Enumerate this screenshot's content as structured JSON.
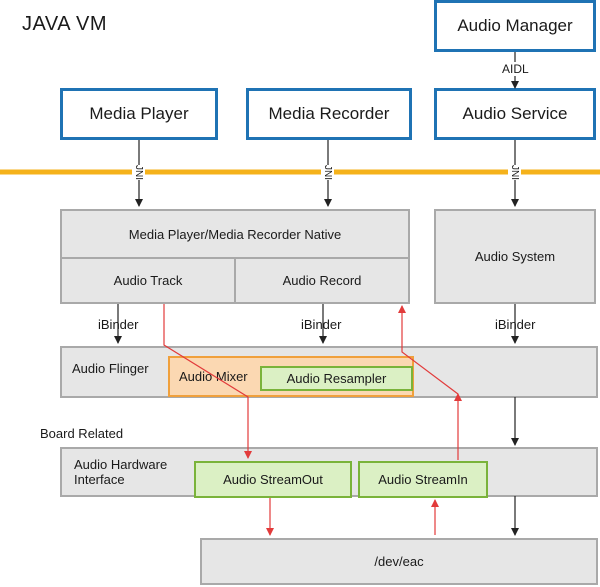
{
  "title": "JAVA VM",
  "blocks": {
    "audio_manager": "Audio Manager",
    "media_player": "Media Player",
    "media_recorder": "Media Recorder",
    "audio_service": "Audio Service",
    "native": "Media Player/Media Recorder Native",
    "audio_track": "Audio Track",
    "audio_record": "Audio Record",
    "audio_system": "Audio System",
    "audio_flinger": "Audio Flinger",
    "audio_mixer": "Audio Mixer",
    "audio_resampler": "Audio Resampler",
    "hardware_interface_line1": "Audio Hardware",
    "hardware_interface_line2": "Interface",
    "stream_out": "Audio StreamOut",
    "stream_in": "Audio StreamIn",
    "dev_eac": "/dev/eac"
  },
  "labels": {
    "aidl": "AIDL",
    "jni": "JNI",
    "ibinder": "iBinder",
    "board_related": "Board Related"
  },
  "colors": {
    "bus_line": "#f5b21b",
    "blue_border": "#1f73b4",
    "gray_fill": "#e6e6e6",
    "gray_border": "#a9a9a9",
    "green_fill": "#dbf0c4",
    "green_border": "#7ab33a",
    "orange_fill": "#fbd8b2",
    "orange_border": "#f0a03c",
    "data_arrow": "#e23b3b",
    "control_arrow": "#222222"
  }
}
